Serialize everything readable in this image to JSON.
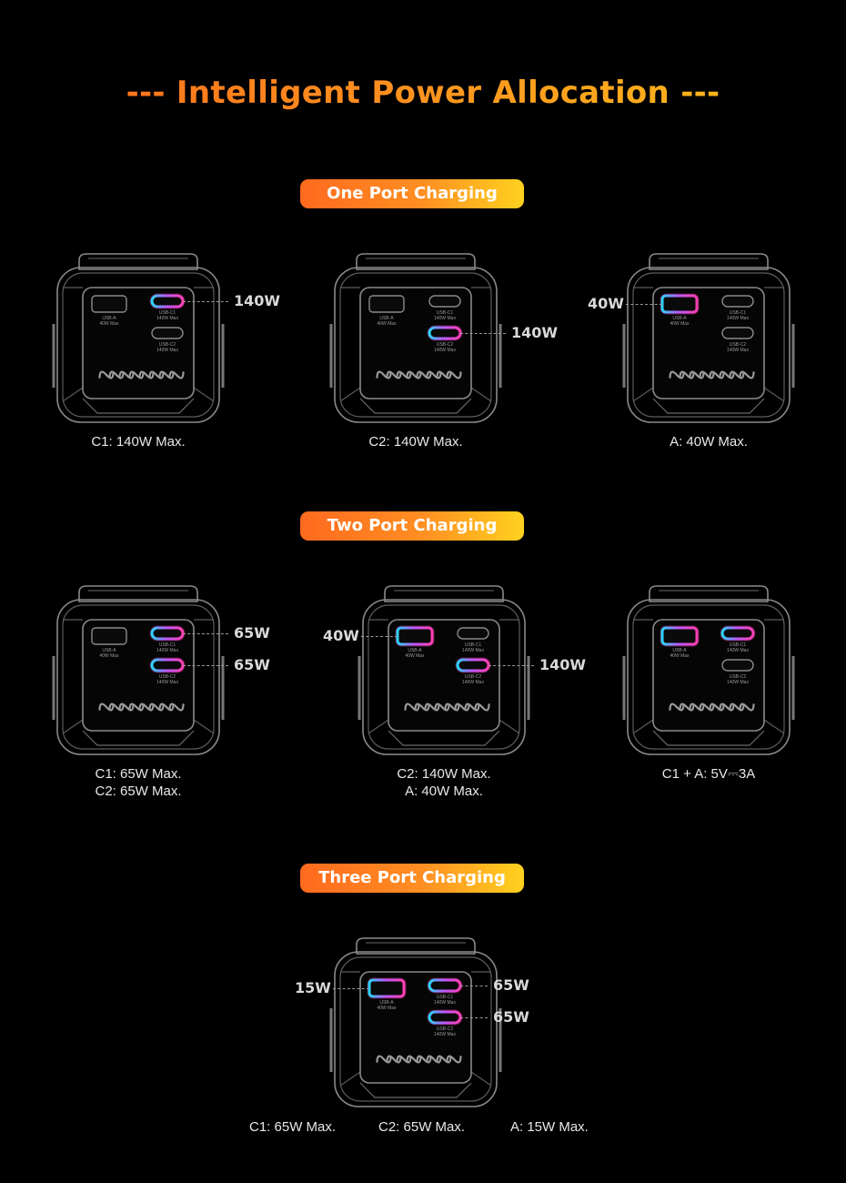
{
  "title": "--- Intelligent Power Allocation ---",
  "colors": {
    "accent_start": "#ff6a1a",
    "accent_end": "#ffc21a",
    "port_glow_pink": "#ff3fb4",
    "port_glow_cyan": "#28d6ff"
  },
  "port_labels": {
    "usb_a": "USB-A",
    "usb_a_max": "40W Max",
    "usb_c1": "USB-C1",
    "usb_c1_max": "140W Max",
    "usb_c2": "USB-C2",
    "usb_c2_max": "140W Max"
  },
  "sections": [
    {
      "heading": "One Port Charging",
      "items": [
        {
          "active": [
            "c1"
          ],
          "labels": {
            "c1": "140W"
          },
          "caption": [
            "C1: 140W Max."
          ]
        },
        {
          "active": [
            "c2"
          ],
          "labels": {
            "c2": "140W"
          },
          "caption": [
            "C2: 140W Max."
          ]
        },
        {
          "active": [
            "a"
          ],
          "labels": {
            "a": "40W"
          },
          "caption": [
            "A: 40W Max."
          ]
        }
      ]
    },
    {
      "heading": "Two Port Charging",
      "items": [
        {
          "active": [
            "c1",
            "c2"
          ],
          "labels": {
            "c1": "65W",
            "c2": "65W"
          },
          "caption": [
            "C1: 65W Max.",
            "C2: 65W Max."
          ]
        },
        {
          "active": [
            "a",
            "c2"
          ],
          "labels": {
            "a": "40W",
            "c2": "140W"
          },
          "caption": [
            "C2: 140W Max.",
            "A: 40W Max."
          ]
        },
        {
          "active": [
            "a",
            "c1"
          ],
          "labels": {},
          "caption": [
            "C1 + A: 5V⎓3A"
          ]
        }
      ]
    },
    {
      "heading": "Three Port Charging",
      "items": [
        {
          "active": [
            "a",
            "c1",
            "c2"
          ],
          "labels": {
            "a": "15W",
            "c1": "65W",
            "c2": "65W"
          },
          "caption": []
        }
      ],
      "bottom_captions": [
        "C1: 65W Max.",
        "C2: 65W Max.",
        "A: 15W Max."
      ]
    }
  ]
}
